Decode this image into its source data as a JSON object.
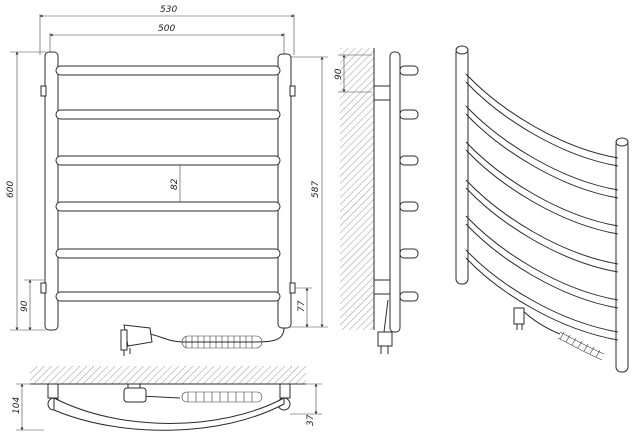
{
  "dimensions": {
    "overall_width": "530",
    "axis_width": "500",
    "overall_height": "600",
    "axis_height": "587",
    "rung_spacing": "82",
    "bottom_offset_left": "90",
    "bottom_offset_right": "77",
    "side_top_offset": "90",
    "bottom_depth": "104",
    "bottom_clearance": "37"
  },
  "colors": {
    "line": "#2b2b2b",
    "hatch": "#555555",
    "background": "#ffffff"
  }
}
